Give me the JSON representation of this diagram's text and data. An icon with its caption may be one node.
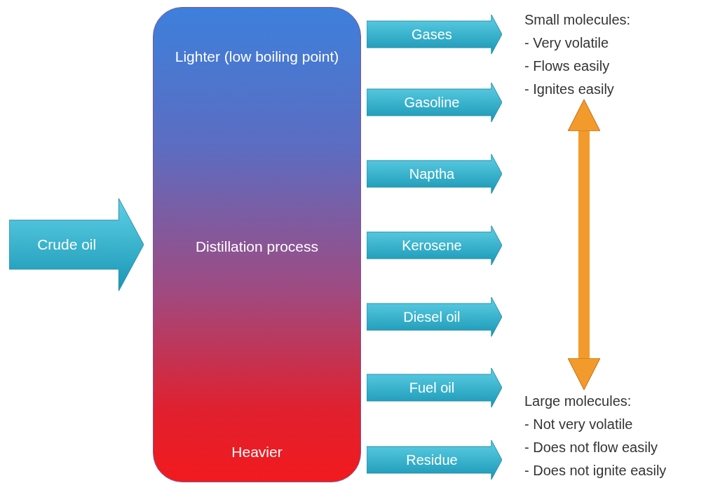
{
  "diagram": {
    "nodes": [
      {
        "text": [
          "Crude oil"
        ]
      },
      {
        "text": [
          "Lighter (low boiling point)",
          "Distillation process",
          "Heavier"
        ]
      },
      {
        "text": [
          "Gases"
        ]
      },
      {
        "text": [
          "Gasoline"
        ]
      },
      {
        "text": [
          "Naptha"
        ]
      },
      {
        "text": [
          "Kerosene"
        ]
      },
      {
        "text": [
          "Diesel oil"
        ]
      },
      {
        "text": [
          "Fuel oil"
        ]
      },
      {
        "text": [
          "Residue"
        ]
      },
      {
        "text": [
          "Small molecules:",
          "- Very volatile",
          "- Flows easily",
          "- Ignites easily"
        ]
      },
      {
        "text": [
          "Large molecules:",
          "- Not very volatile",
          "- Does not flow easily",
          "- Does not ignite easily"
        ]
      }
    ],
    "edges": [
      {
        "from": 9,
        "to": 10,
        "arrow": "both",
        "color": "#f39a2c"
      }
    ]
  }
}
